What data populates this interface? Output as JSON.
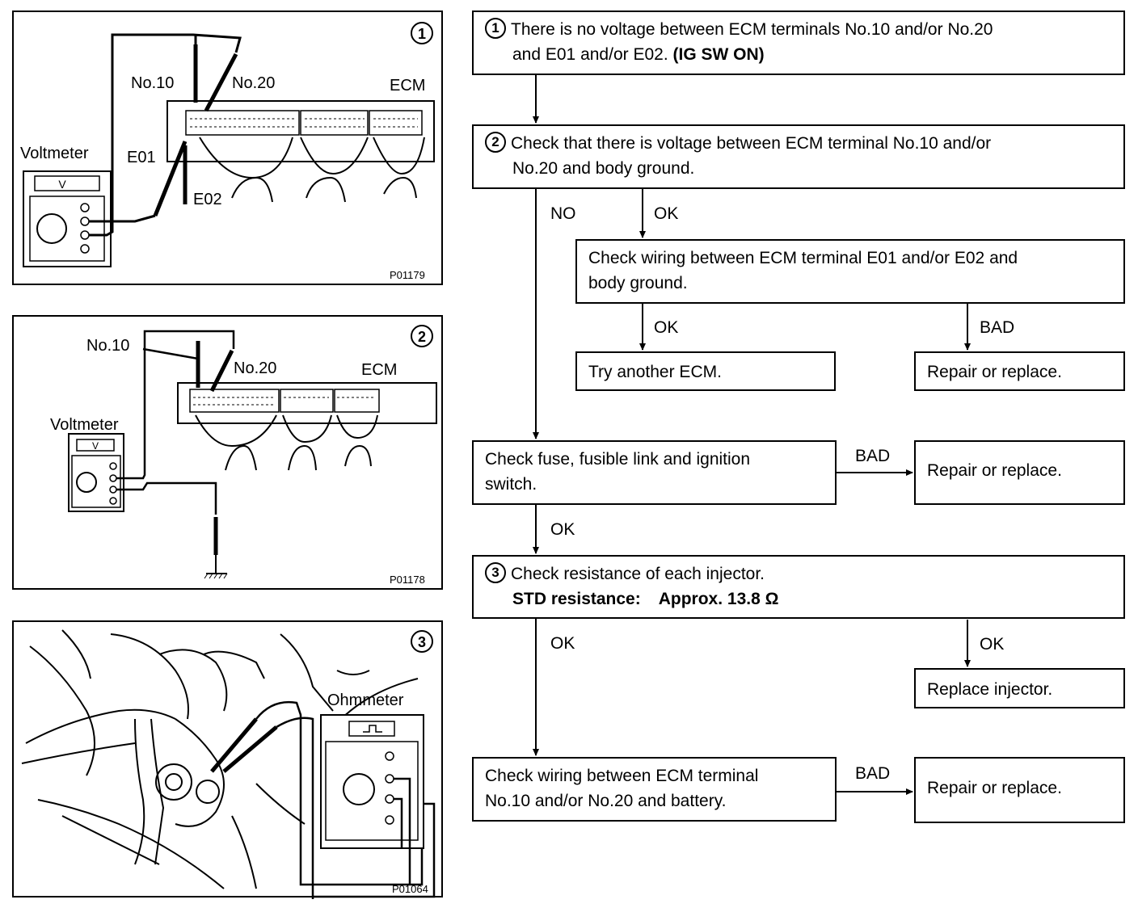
{
  "panels": {
    "p1": {
      "number": "1",
      "code": "P01179",
      "labels": {
        "no10": "No.10",
        "no20": "No.20",
        "ecm": "ECM",
        "meter": "Voltmeter",
        "e01": "E01",
        "e02": "E02",
        "meter_face": "V"
      }
    },
    "p2": {
      "number": "2",
      "code": "P01178",
      "labels": {
        "no10": "No.10",
        "no20": "No.20",
        "ecm": "ECM",
        "meter": "Voltmeter",
        "meter_face": "V"
      }
    },
    "p3": {
      "number": "3",
      "code": "P01064",
      "labels": {
        "meter": "Ohmmeter"
      }
    }
  },
  "flow": {
    "step1": {
      "num": "1",
      "line1": "There is no voltage between ECM terminals No.10 and/or No.20",
      "line2a": "and E01 and/or E02. ",
      "line2b": "(IG SW ON)"
    },
    "step2": {
      "num": "2",
      "line1": "Check that there is voltage between ECM terminal No.10 and/or",
      "line2": "No.20 and body ground."
    },
    "label_no": "NO",
    "label_ok_a": "OK",
    "check_ground": {
      "line1": "Check wiring between ECM terminal E01 and/or E02 and",
      "line2": "body ground."
    },
    "label_ok_b": "OK",
    "label_bad_a": "BAD",
    "try_ecm": "Try another ECM.",
    "repair_1": "Repair or replace.",
    "check_fuse": {
      "line1": "Check fuse, fusible link and ignition",
      "line2": "switch."
    },
    "label_bad_b": "BAD",
    "repair_2": "Repair or replace.",
    "label_ok_c": "OK",
    "step3": {
      "num": "3",
      "line1": "Check resistance of each injector.",
      "line2a": "STD resistance:",
      "line2b": "Approx. 13.8 Ω"
    },
    "label_ok_d": "OK",
    "label_ok_e": "OK",
    "replace_injector": "Replace injector.",
    "check_battery": {
      "line1": "Check wiring between ECM terminal",
      "line2": "No.10 and/or No.20 and battery."
    },
    "label_bad_c": "BAD",
    "repair_3": "Repair or replace."
  }
}
